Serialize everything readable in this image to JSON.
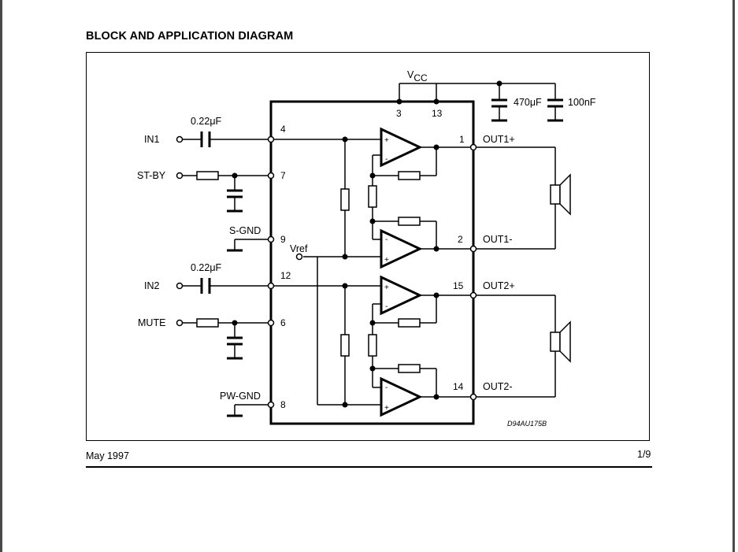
{
  "heading": "BLOCK AND APPLICATION DIAGRAM",
  "footer": {
    "date": "May 1997",
    "page": "1/9"
  },
  "diagram": {
    "supply": {
      "label": "V",
      "subscript": "CC",
      "pins": [
        "3",
        "13"
      ],
      "capacitors": [
        "470μF",
        "100nF"
      ]
    },
    "inputs": {
      "in1": {
        "label": "IN1",
        "cap": "0.22μF",
        "pin": "4"
      },
      "st_by": {
        "label": "ST-BY",
        "pin": "7"
      },
      "s_gnd": {
        "label": "S-GND",
        "pin": "9"
      },
      "in2": {
        "label": "IN2",
        "cap": "0.22μF",
        "pin": "12"
      },
      "mute": {
        "label": "MUTE",
        "pin": "6"
      },
      "pw_gnd": {
        "label": "PW-GND",
        "pin": "8"
      }
    },
    "vref": "Vref",
    "outputs": {
      "out1p": {
        "label": "OUT1+",
        "pin": "1"
      },
      "out1m": {
        "label": "OUT1-",
        "pin": "2"
      },
      "out2p": {
        "label": "OUT2+",
        "pin": "15"
      },
      "out2m": {
        "label": "OUT2-",
        "pin": "14"
      }
    },
    "code": "D94AU175B"
  }
}
